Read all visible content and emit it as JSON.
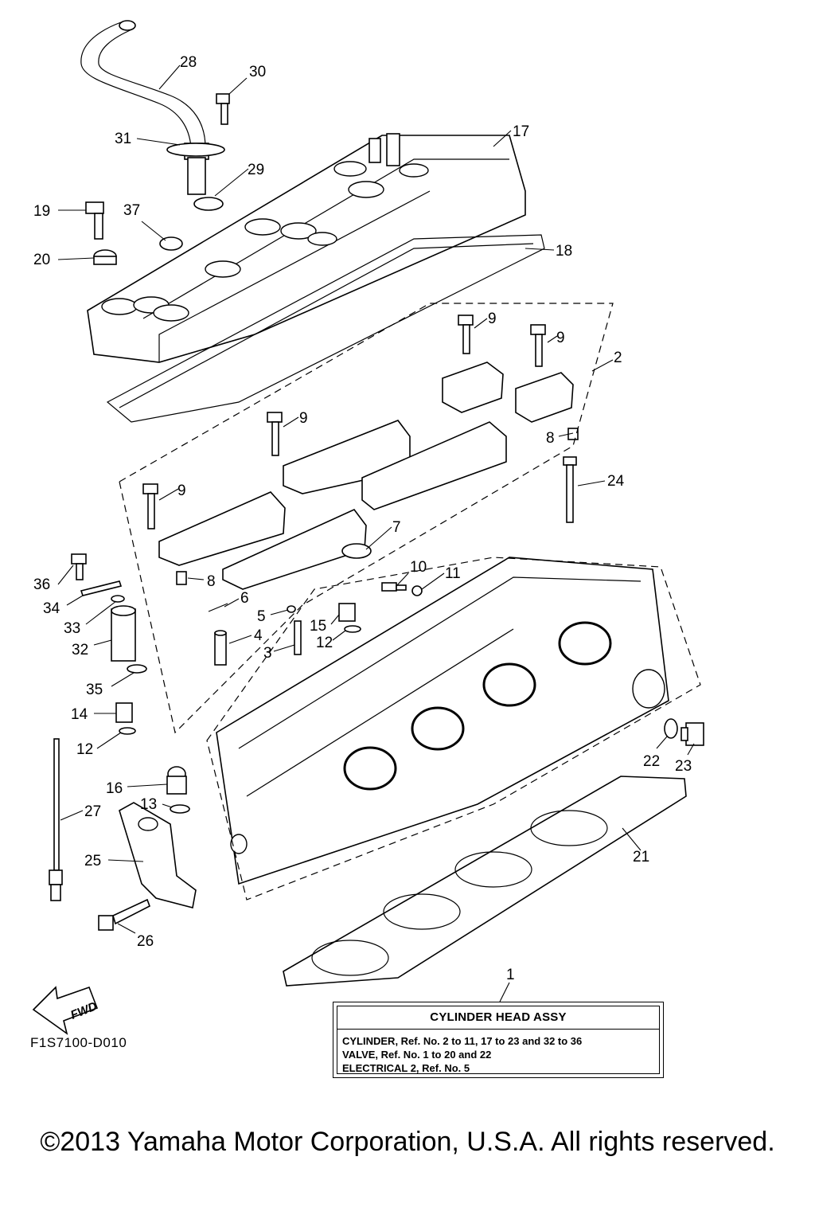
{
  "diagram": {
    "callouts": [
      "1",
      "2",
      "3",
      "4",
      "5",
      "6",
      "7",
      "8",
      "8",
      "9",
      "9",
      "9",
      "9",
      "10",
      "11",
      "12",
      "12",
      "13",
      "14",
      "15",
      "16",
      "17",
      "18",
      "19",
      "20",
      "21",
      "22",
      "23",
      "24",
      "25",
      "26",
      "27",
      "28",
      "29",
      "30",
      "31",
      "32",
      "33",
      "34",
      "35",
      "36",
      "37"
    ],
    "fwd_label": "FWD"
  },
  "assembly_box": {
    "title": "CYLINDER HEAD ASSY",
    "lines": [
      "CYLINDER,  Ref. No. 2 to 11, 17 to 23 and 32 to 36",
      "VALVE, Ref. No. 1 to 20 and 22",
      "ELECTRICAL 2, Ref. No. 5"
    ]
  },
  "figure_code": "F1S7100-D010",
  "copyright": "©2013 Yamaha Motor Corporation, U.S.A. All rights reserved."
}
